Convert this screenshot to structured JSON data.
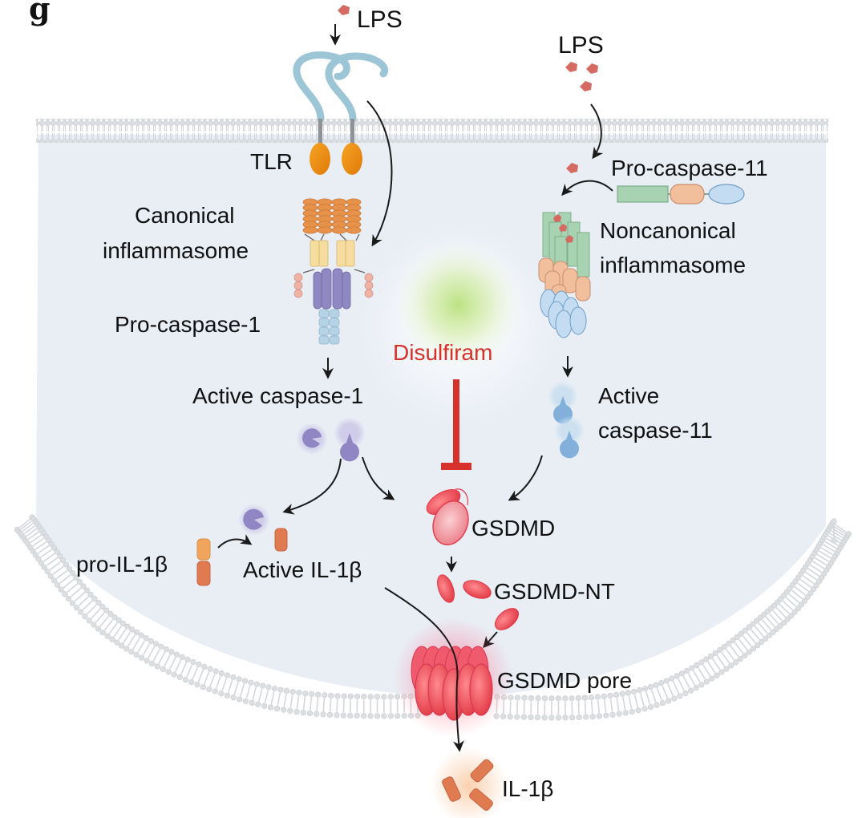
{
  "figure": {
    "panel_letter": "g",
    "type": "pathway-diagram",
    "topic": "Canonical and noncanonical inflammasome pathways converging on GSDMD pore formation, inhibited by Disulfiram"
  },
  "labels": {
    "lps_left": "LPS",
    "lps_right": "LPS",
    "tlr": "TLR",
    "canonical_line1": "Canonical",
    "canonical_line2": "inflammasome",
    "pro_caspase_1": "Pro-caspase-1",
    "active_caspase_1": "Active caspase-1",
    "pro_caspase_11": "Pro-caspase-11",
    "noncanonical_line1": "Noncanonical",
    "noncanonical_line2": "inflammasome",
    "active_caspase_11_line1": "Active",
    "active_caspase_11_line2": "caspase-11",
    "disulfiram": "Disulfiram",
    "gsdmd": "GSDMD",
    "gsdmd_nt": "GSDMD-NT",
    "gsdmd_pore": "GSDMD pore",
    "pro_il1b": "pro-IL-1β",
    "active_il1b": "Active IL-1β",
    "il1b_released": "IL-1β"
  },
  "colors": {
    "cytoplasm": "#e9eef5",
    "membrane": "#d4d6d9",
    "lps": "#d46a62",
    "tlr_ectodomain": "#9cc6d6",
    "tlr_tir": "#ef8a12",
    "asc_filament": "#e6924a",
    "nlr_domain": "#f7dca0",
    "caspase1_card": "#9088c2",
    "caspase1_pro": "#b6d3e6",
    "caspase11_green": "#a7d3b2",
    "caspase11_peach": "#f1bf9c",
    "caspase11_blue": "#b3d2ec",
    "active_casp11": "#82b0db",
    "disulfiram": "#d6312b",
    "disulfiram_glow": "#c8e896",
    "gsdmd": "#e8464f",
    "il1b": "#e07a50",
    "pro_il1b_top": "#f0a45c",
    "arrow": "#1a1a1a"
  }
}
